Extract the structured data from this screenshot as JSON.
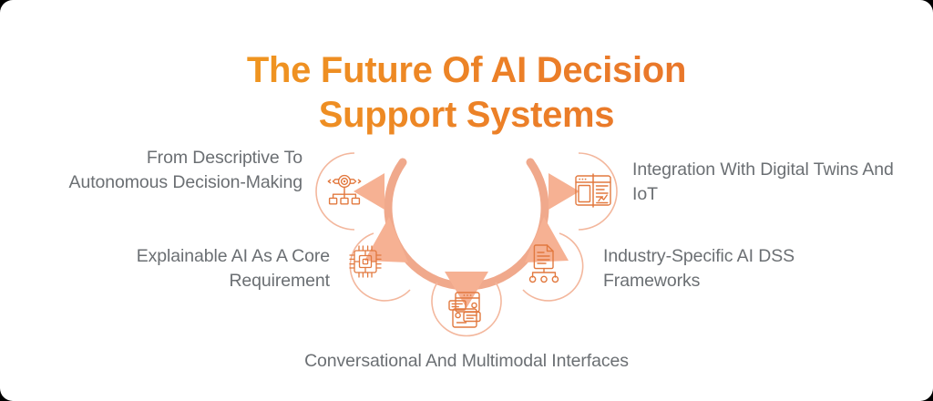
{
  "page": {
    "background": "#ffffff",
    "outer_background": "#000000"
  },
  "title": {
    "text": "The Future Of AI Decision\nSupport Systems",
    "line1": "The Future Of AI Decision",
    "line2": "Support Systems",
    "gradient_from": "#F2A222",
    "gradient_to": "#E56E2D"
  },
  "colors": {
    "title_start": "#F2A222",
    "title_end": "#E56E2D",
    "label_text": "#6b6f73",
    "arc": "#F0A98C",
    "arrow": "#F6B193",
    "ring": "#F3B79D",
    "icon_stroke": "#E2793F"
  },
  "diagram": {
    "type": "radial-hub-spoke",
    "hub_shape": "open-arc",
    "arrow_count": 5,
    "nodes": [
      {
        "id": "node-top-left",
        "icon": "workflow-automation-icon",
        "label": "From Descriptive To Autonomous Decision-Making",
        "arrow_direction": "left",
        "position": "top-left"
      },
      {
        "id": "node-top-right",
        "icon": "dashboard-window-icon",
        "label": "Integration With Digital Twins And IoT",
        "arrow_direction": "right",
        "position": "top-right"
      },
      {
        "id": "node-mid-left",
        "icon": "microchip-icon",
        "label": "Explainable AI As A Core Requirement",
        "arrow_direction": "up-left",
        "position": "mid-left"
      },
      {
        "id": "node-mid-right",
        "icon": "document-network-icon",
        "label": "Industry-Specific AI DSS Frameworks",
        "arrow_direction": "up-right",
        "position": "mid-right"
      },
      {
        "id": "node-bottom",
        "icon": "chat-interface-icon",
        "label": "Conversational And Multimodal Interfaces",
        "arrow_direction": "down",
        "position": "bottom-center"
      }
    ]
  },
  "labels": {
    "top_left": "From Descriptive To Autonomous Decision-Making",
    "mid_left": "Explainable AI As A Core Requirement",
    "top_right": "Integration With Digital Twins And IoT",
    "mid_right": "Industry-Specific AI DSS Frameworks",
    "bottom": "Conversational And Multimodal Interfaces"
  }
}
